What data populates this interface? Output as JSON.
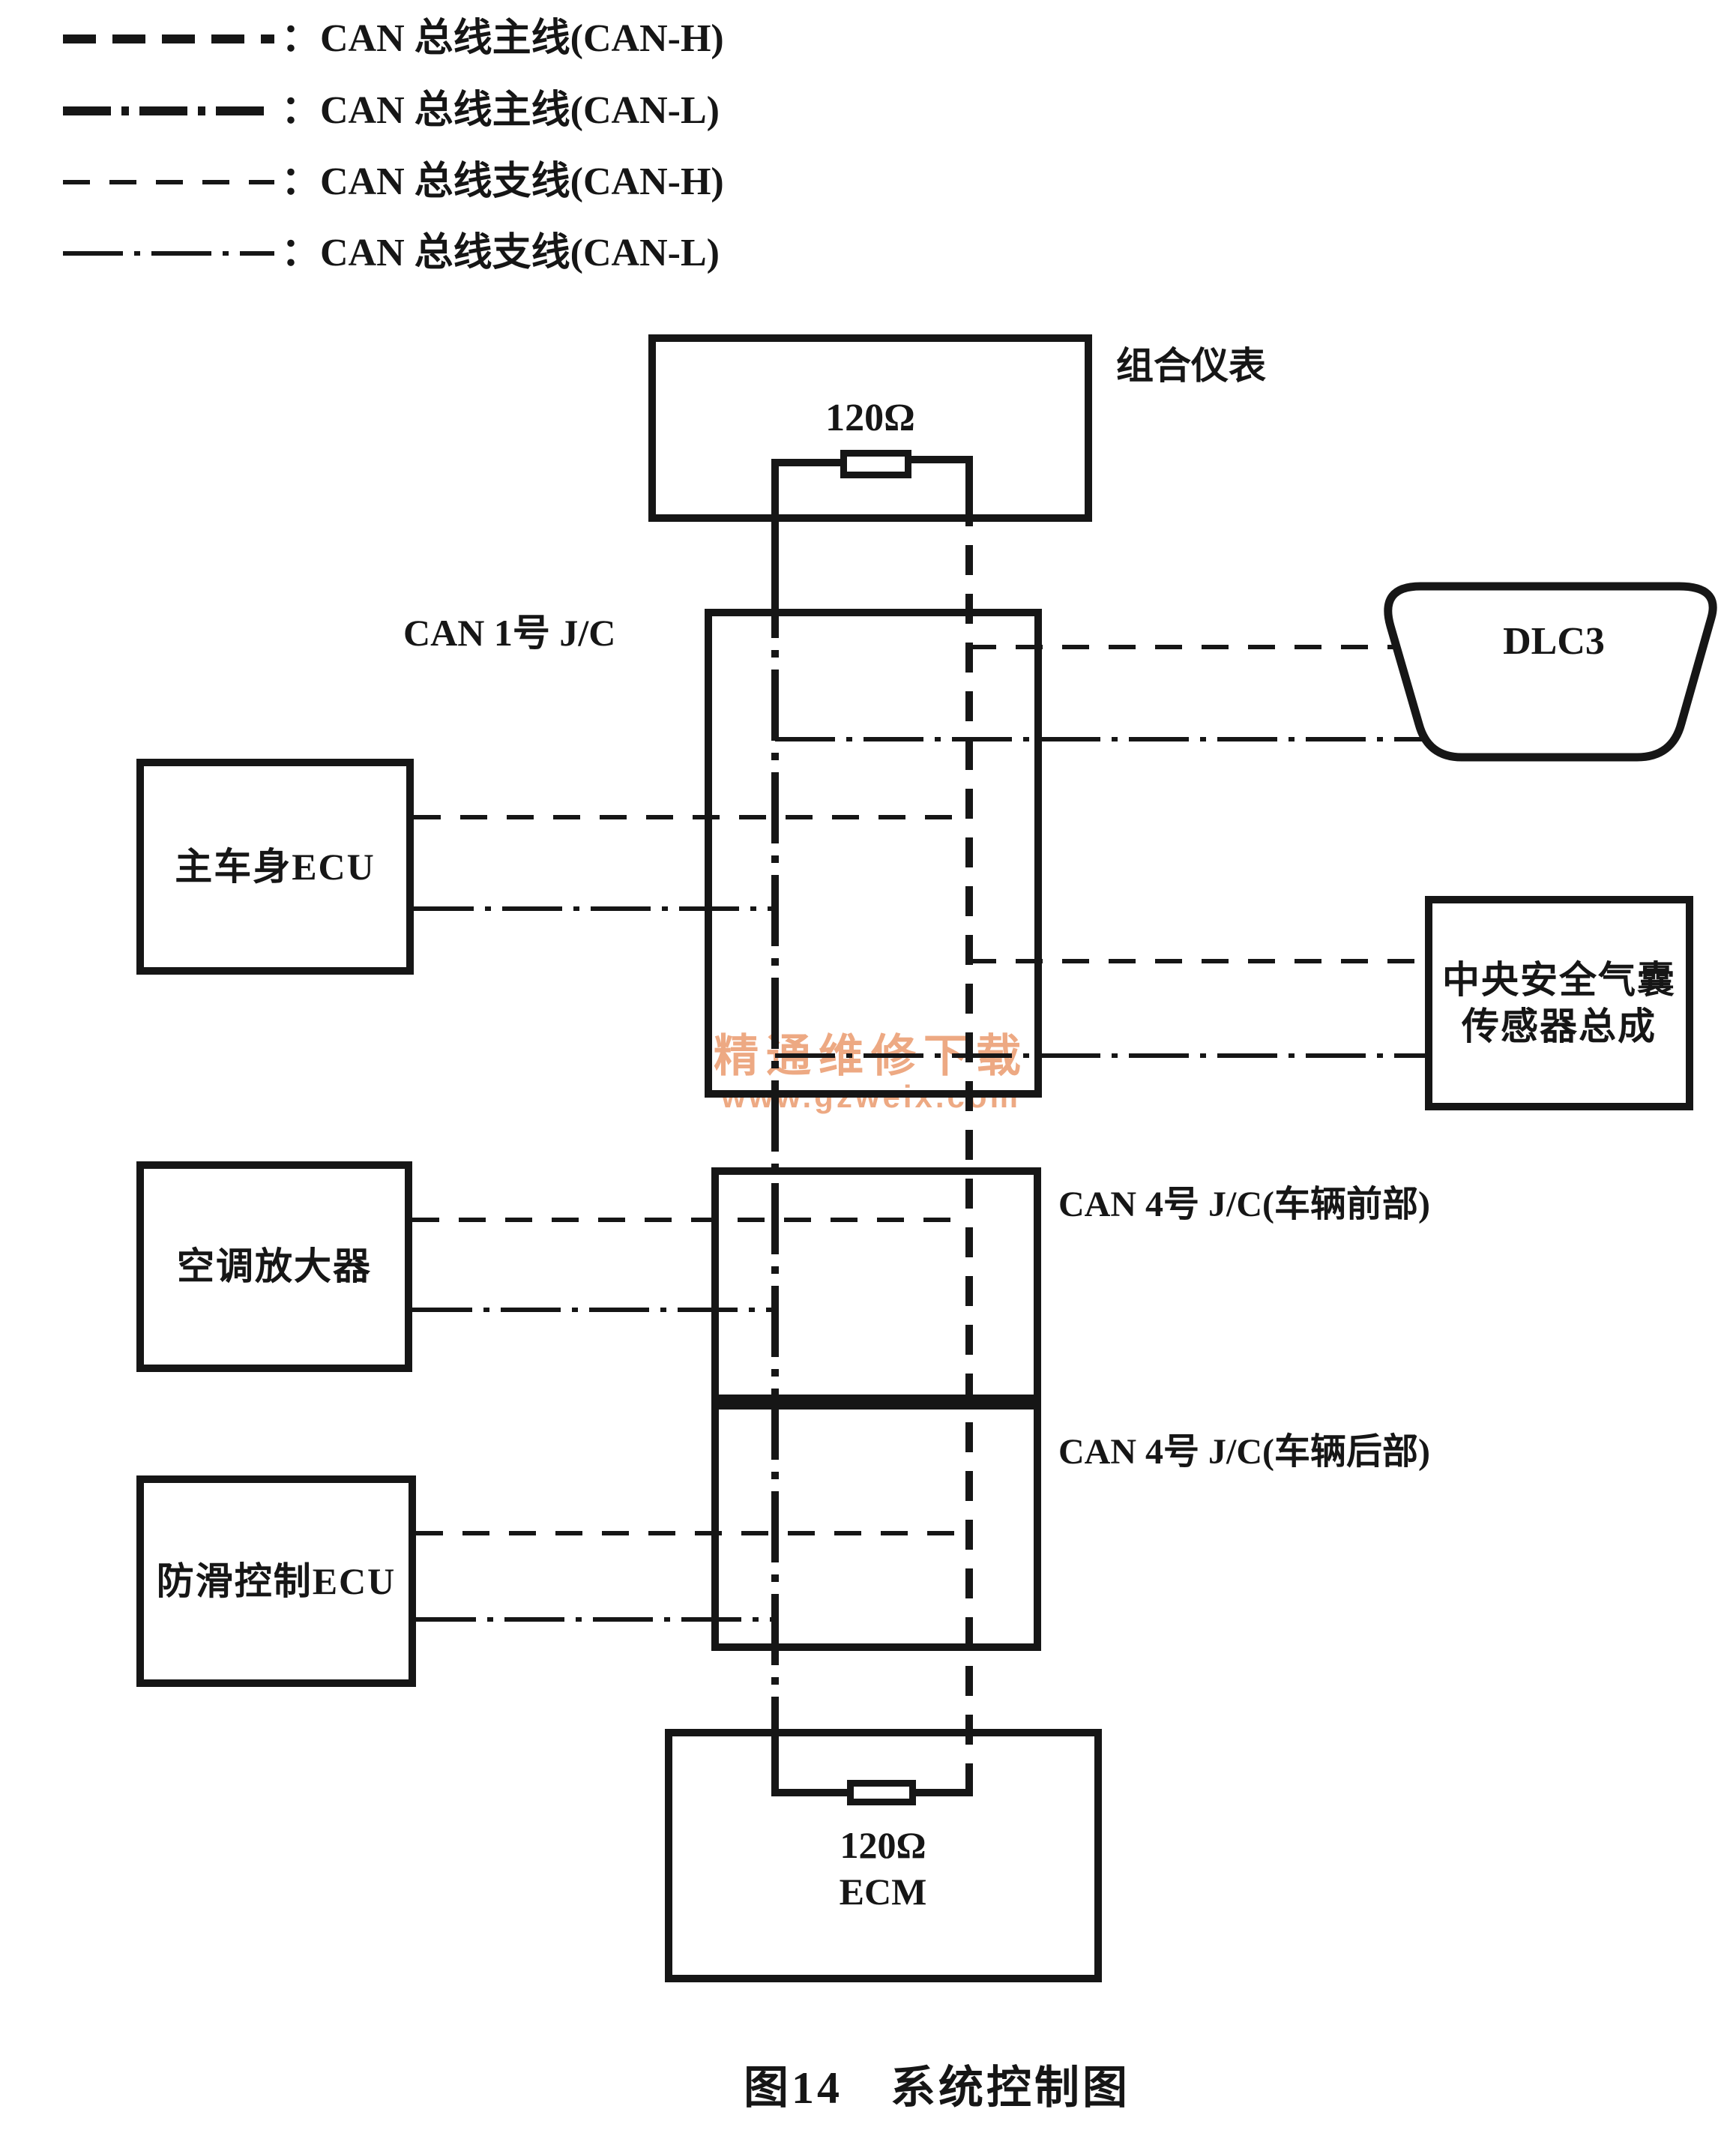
{
  "figure": {
    "caption": "图14　系统控制图",
    "type": "CAN bus system control diagram"
  },
  "colors": {
    "ink": "#161616",
    "background": "#ffffff",
    "watermark": "#eb9b6e"
  },
  "legend": {
    "items": [
      {
        "label": "：CAN 总线主线(CAN-H)",
        "line_style": "thick-dashed"
      },
      {
        "label": "：CAN 总线主线(CAN-L)",
        "line_style": "thick-dash-dot"
      },
      {
        "label": "：CAN 总线支线(CAN-H)",
        "line_style": "thin-dashed"
      },
      {
        "label": "：CAN 总线支线(CAN-L)",
        "line_style": "thin-dash-dot"
      }
    ]
  },
  "nodes": {
    "meter": {
      "label": "组合仪表",
      "resistor_label": "120Ω"
    },
    "jc1": {
      "label": "CAN 1号 J/C"
    },
    "dlc3": {
      "label": "DLC3"
    },
    "body_ecu": {
      "label": "主车身ECU"
    },
    "airbag": {
      "label_line1": "中央安全气囊",
      "label_line2": "传感器总成"
    },
    "ac_amp": {
      "label": "空调放大器"
    },
    "jc4_front": {
      "label": "CAN 4号 J/C(车辆前部)"
    },
    "jc4_rear": {
      "label": "CAN 4号 J/C(车辆后部)"
    },
    "skid_ecu": {
      "label": "防滑控制ECU"
    },
    "ecm": {
      "label": "ECM",
      "resistor_label": "120Ω"
    }
  },
  "wires": [
    {
      "from": "组合仪表 120Ω",
      "to": "ECM 120Ω",
      "signal": "CAN-L",
      "role": "main",
      "style": "thick-dash-dot"
    },
    {
      "from": "组合仪表 120Ω",
      "to": "ECM 120Ω",
      "signal": "CAN-H",
      "role": "main",
      "style": "thick-dashed"
    },
    {
      "from": "CAN-H main",
      "to": "DLC3",
      "signal": "CAN-H",
      "role": "branch",
      "style": "thin-dashed"
    },
    {
      "from": "CAN-L main",
      "to": "DLC3",
      "signal": "CAN-L",
      "role": "branch",
      "style": "thin-dash-dot"
    },
    {
      "from": "主车身ECU",
      "to": "CAN-H main",
      "signal": "CAN-H",
      "role": "branch",
      "style": "thin-dashed"
    },
    {
      "from": "主车身ECU",
      "to": "CAN-L main",
      "signal": "CAN-L",
      "role": "branch",
      "style": "thin-dash-dot"
    },
    {
      "from": "CAN-H main",
      "to": "中央安全气囊传感器总成",
      "signal": "CAN-H",
      "role": "branch",
      "style": "thin-dashed"
    },
    {
      "from": "CAN-L main",
      "to": "中央安全气囊传感器总成",
      "signal": "CAN-L",
      "role": "branch",
      "style": "thin-dash-dot"
    },
    {
      "from": "空调放大器",
      "to": "CAN-H main",
      "signal": "CAN-H",
      "role": "branch",
      "style": "thin-dashed"
    },
    {
      "from": "空调放大器",
      "to": "CAN-L main",
      "signal": "CAN-L",
      "role": "branch",
      "style": "thin-dash-dot"
    },
    {
      "from": "防滑控制ECU",
      "to": "CAN-H main",
      "signal": "CAN-H",
      "role": "branch",
      "style": "thin-dashed"
    },
    {
      "from": "防滑控制ECU",
      "to": "CAN-L main",
      "signal": "CAN-L",
      "role": "branch",
      "style": "thin-dash-dot"
    }
  ],
  "watermark": {
    "line1": "精通维修下载",
    "line2": "www.gzweix.com"
  }
}
